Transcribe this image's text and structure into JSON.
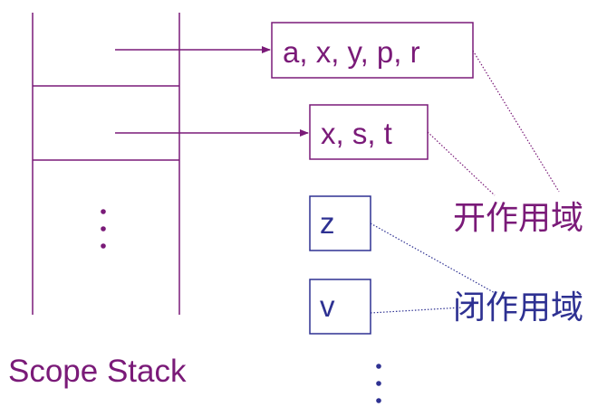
{
  "diagram": {
    "caption": "Scope Stack",
    "open_scopes": [
      {
        "text": "a, x, y, p, r"
      },
      {
        "text": "x, s, t"
      }
    ],
    "closed_scopes": [
      {
        "text": "z"
      },
      {
        "text": "v"
      }
    ],
    "open_scope_label": "开作用域",
    "closed_scope_label": "闭作用域",
    "colors": {
      "open": "#7a1a78",
      "closed": "#2e3192",
      "background": "#ffffff"
    }
  }
}
